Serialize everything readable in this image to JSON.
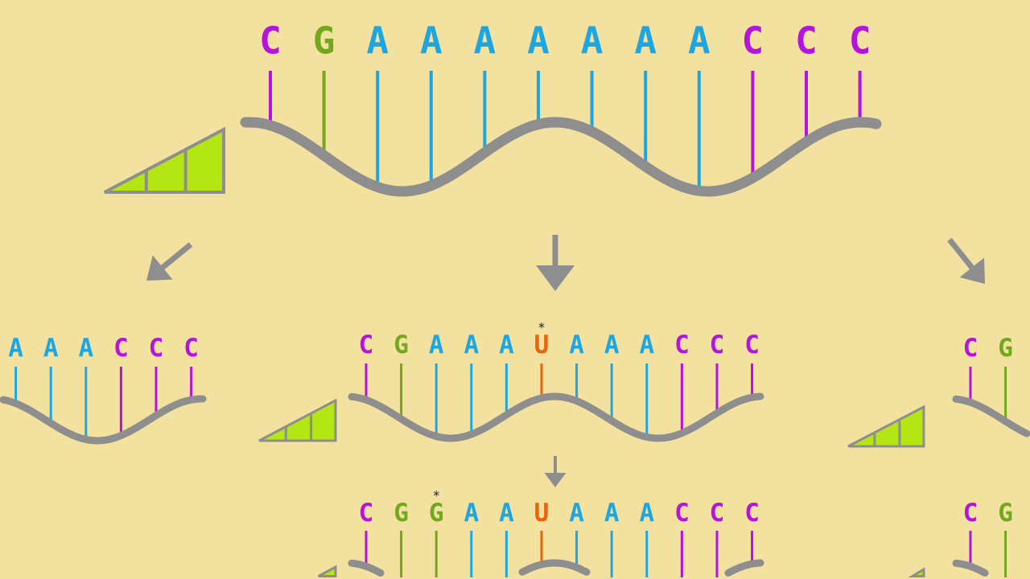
{
  "colors": {
    "background": "#f3e1a0",
    "C": "#b414dc",
    "G": "#72a81c",
    "A": "#1ea6e2",
    "U": "#e8650e",
    "backbone": "#8e8e8e",
    "ramp_fill": "#b4e614",
    "star": "#222222"
  },
  "strands": [
    {
      "id": "top-original",
      "letters": [
        "C",
        "G",
        "A",
        "A",
        "A",
        "A",
        "A",
        "A",
        "A",
        "C",
        "C",
        "C"
      ],
      "start_index": 0,
      "mutation_index": null
    },
    {
      "id": "left-copy",
      "letters": [
        "A",
        "A",
        "A",
        "C",
        "C",
        "C"
      ],
      "start_index": 6,
      "mutation_index": null
    },
    {
      "id": "center-copy",
      "letters": [
        "C",
        "G",
        "A",
        "A",
        "A",
        "U",
        "A",
        "A",
        "A",
        "C",
        "C",
        "C"
      ],
      "start_index": 0,
      "mutation_index": 5
    },
    {
      "id": "right-copy",
      "letters": [
        "C",
        "G"
      ],
      "start_index": 0,
      "mutation_index": null
    },
    {
      "id": "center-second-copy",
      "letters": [
        "C",
        "G",
        "G",
        "A",
        "A",
        "U",
        "A",
        "A",
        "A",
        "C",
        "C",
        "C"
      ],
      "start_index": 0,
      "mutation_index": 2
    },
    {
      "id": "right-second-copy",
      "letters": [
        "C",
        "G"
      ],
      "start_index": 0,
      "mutation_index": null
    }
  ],
  "mutation_marker": "*",
  "icons": [
    "ramp-triangle-icon",
    "arrow-down-left-icon",
    "arrow-down-icon",
    "arrow-down-right-icon",
    "small-arrow-down-icon"
  ]
}
